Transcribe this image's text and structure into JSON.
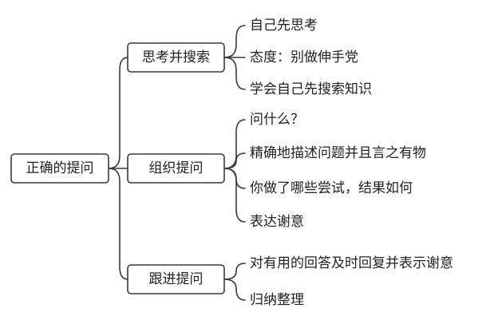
{
  "root": {
    "label": "正确的提问"
  },
  "branches": [
    {
      "label": "思考并搜索",
      "leaves": [
        "自己先思考",
        "态度：别做伸手党",
        "学会自己先搜索知识"
      ]
    },
    {
      "label": "组织提问",
      "leaves": [
        "问什么？",
        "精确地描述问题并且言之有物",
        "你做了哪些尝试，结果如何",
        "表达谢意"
      ]
    },
    {
      "label": "跟进提问",
      "leaves": [
        "对有用的回答及时回复并表示谢意",
        "归纳整理"
      ]
    }
  ]
}
